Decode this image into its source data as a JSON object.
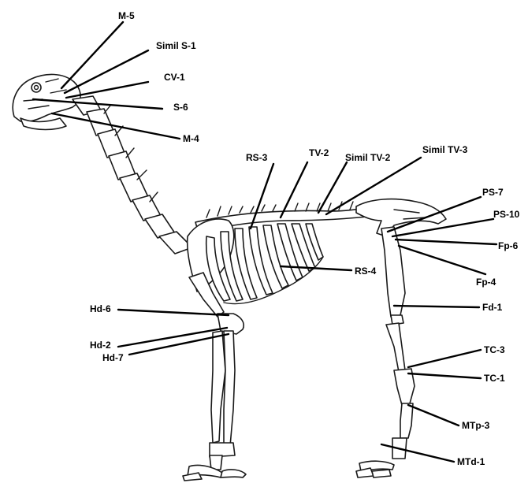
{
  "colors": {
    "line": "#000000",
    "background": "#ffffff",
    "bone_outline": "#1a1a1a"
  },
  "labels": {
    "m5": "M-5",
    "simil_s1": "Simil S-1",
    "cv1": "CV-1",
    "s6": "S-6",
    "m4": "M-4",
    "rs3": "RS-3",
    "tv2": "TV-2",
    "simil_tv2": "Simil TV-2",
    "simil_tv3": "Simil TV-3",
    "ps7": "PS-7",
    "ps10": "PS-10",
    "fp6": "Fp-6",
    "rs4": "RS-4",
    "fp4": "Fp-4",
    "hd6": "Hd-6",
    "fd1": "Fd-1",
    "hd2": "Hd-2",
    "hd7": "Hd-7",
    "tc3": "TC-3",
    "tc1": "TC-1",
    "mtp3": "MTp-3",
    "mtd1": "MTd-1"
  }
}
